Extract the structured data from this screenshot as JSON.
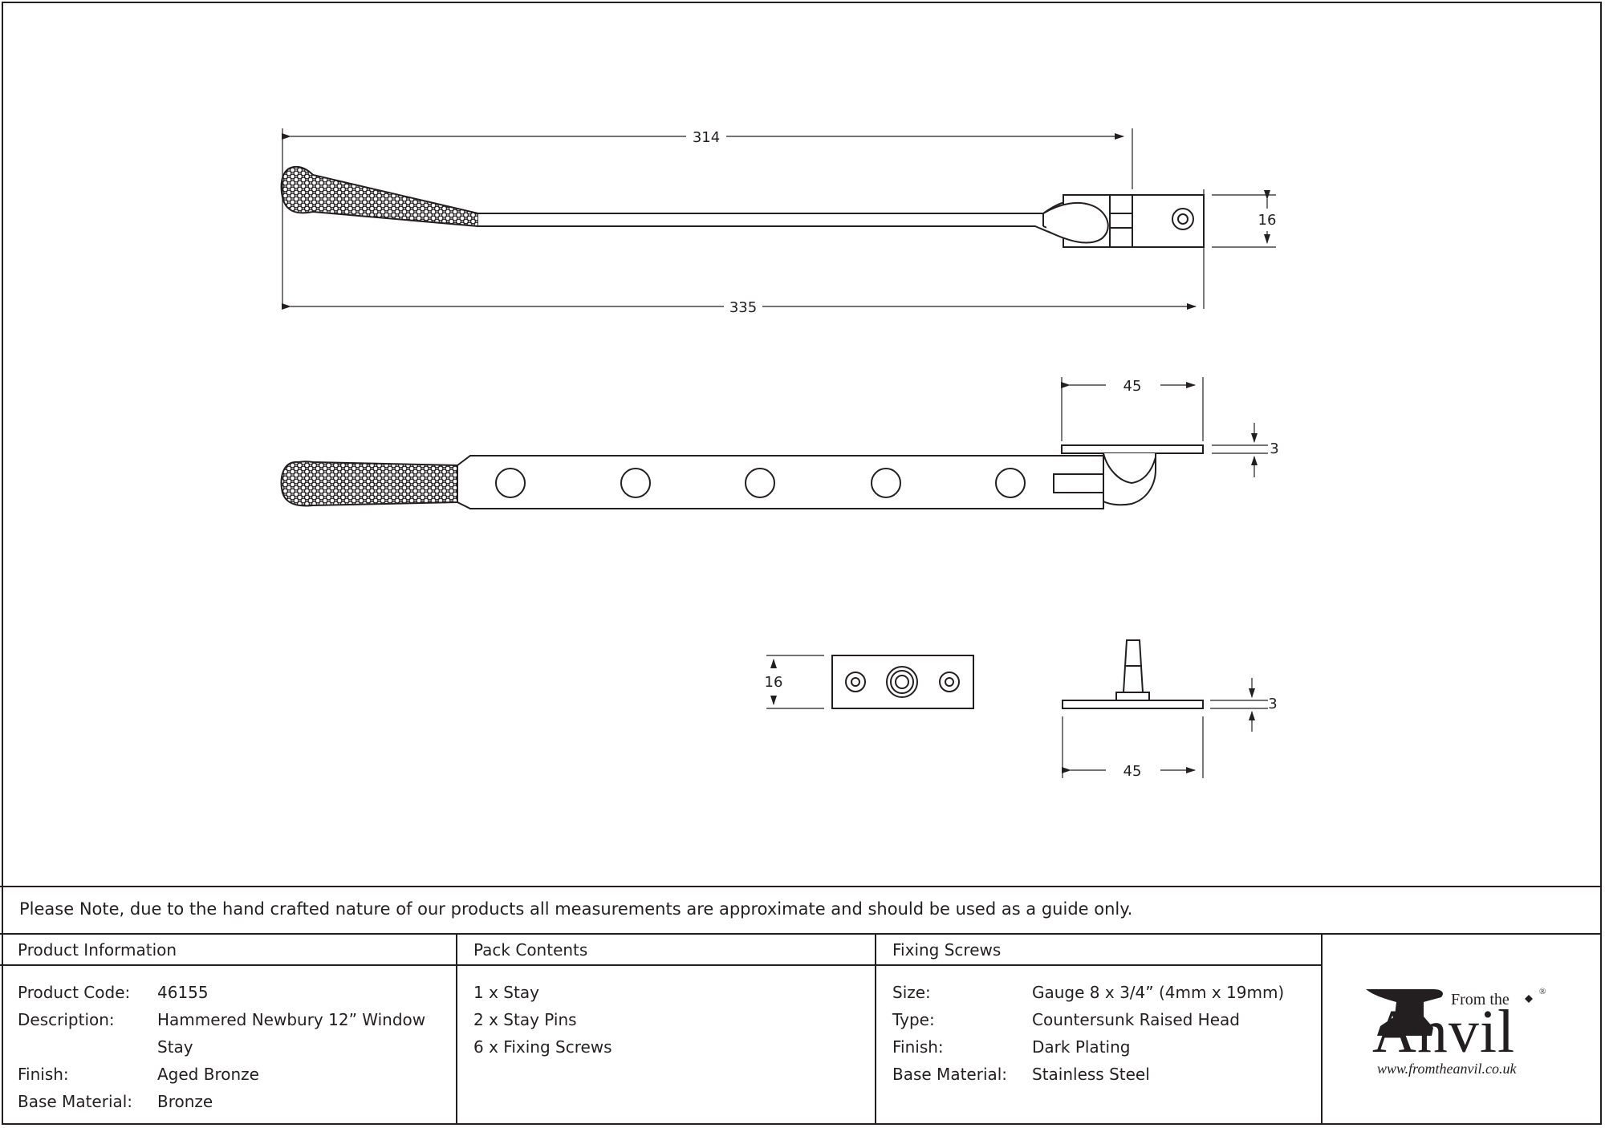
{
  "drawing": {
    "dims": {
      "overall_top": "314",
      "overall_bottom": "335",
      "height_top": "16",
      "side_width": "45",
      "side_thickness": "3",
      "pin_plate_height": "16",
      "pin_thickness": "3",
      "pin_width": "45"
    }
  },
  "note": "Please Note, due to the hand crafted nature of our products all measurements are approximate and should be used as a guide only.",
  "product_info": {
    "heading": "Product Information",
    "rows": [
      {
        "label": "Product Code:",
        "value": "46155"
      },
      {
        "label": "Description:",
        "value": "Hammered Newbury 12” Window"
      },
      {
        "label": "",
        "value": "Stay"
      },
      {
        "label": "Finish:",
        "value": "Aged Bronze"
      },
      {
        "label": "Base Material:",
        "value": "Bronze"
      }
    ]
  },
  "pack_contents": {
    "heading": "Pack Contents",
    "items": [
      "1 x Stay",
      "2 x Stay Pins",
      "6 x Fixing Screws"
    ]
  },
  "fixing_screws": {
    "heading": "Fixing Screws",
    "rows": [
      {
        "label": "Size:",
        "value": "Gauge 8 x 3/4” (4mm x 19mm)"
      },
      {
        "label": "Type:",
        "value": "Countersunk Raised Head"
      },
      {
        "label": "Finish:",
        "value": "Dark Plating"
      },
      {
        "label": "Base Material:",
        "value": "Stainless Steel"
      }
    ]
  },
  "logo": {
    "from_the": "From the",
    "anvil": "Anvil",
    "url": "www.fromtheanvil.co.uk"
  }
}
